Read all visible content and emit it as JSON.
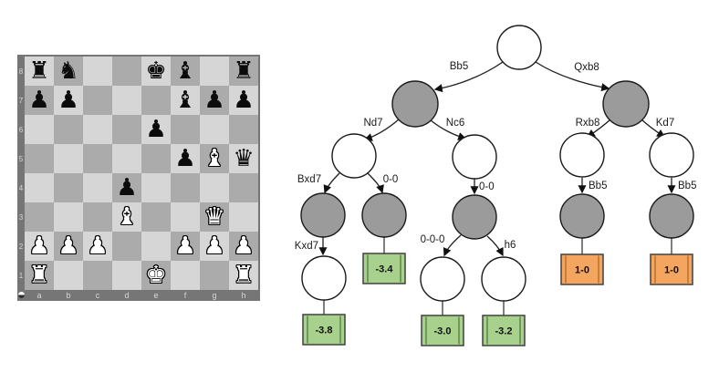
{
  "board": {
    "files": [
      "a",
      "b",
      "c",
      "d",
      "e",
      "f",
      "g",
      "h"
    ],
    "ranks": [
      "8",
      "7",
      "6",
      "5",
      "4",
      "3",
      "2",
      "1"
    ],
    "colors": {
      "light": "#d6d6d6",
      "dark": "#ababab",
      "frame": "#767676",
      "coord_text": "#d9d9d9"
    },
    "side_to_move_indicator": "half-moon",
    "pieces": [
      {
        "square": "a8",
        "piece": "black-rook",
        "glyph": "♜"
      },
      {
        "square": "b8",
        "piece": "black-knight",
        "glyph": "♞"
      },
      {
        "square": "e8",
        "piece": "black-king",
        "glyph": "♚"
      },
      {
        "square": "f8",
        "piece": "black-bishop",
        "glyph": "♝"
      },
      {
        "square": "h8",
        "piece": "black-rook",
        "glyph": "♜"
      },
      {
        "square": "a7",
        "piece": "black-pawn",
        "glyph": "♟"
      },
      {
        "square": "b7",
        "piece": "black-pawn",
        "glyph": "♟"
      },
      {
        "square": "f7",
        "piece": "black-bishop",
        "glyph": "♝"
      },
      {
        "square": "g7",
        "piece": "black-pawn",
        "glyph": "♟"
      },
      {
        "square": "h7",
        "piece": "black-pawn",
        "glyph": "♟"
      },
      {
        "square": "e6",
        "piece": "black-pawn",
        "glyph": "♟"
      },
      {
        "square": "f5",
        "piece": "black-pawn",
        "glyph": "♟"
      },
      {
        "square": "g5",
        "piece": "white-bishop",
        "glyph": "♝"
      },
      {
        "square": "h5",
        "piece": "black-queen",
        "glyph": "♛"
      },
      {
        "square": "d4",
        "piece": "black-pawn",
        "glyph": "♟"
      },
      {
        "square": "d3",
        "piece": "white-bishop",
        "glyph": "♝"
      },
      {
        "square": "g3",
        "piece": "white-queen",
        "glyph": "♛"
      },
      {
        "square": "a2",
        "piece": "white-pawn",
        "glyph": "♟"
      },
      {
        "square": "b2",
        "piece": "white-pawn",
        "glyph": "♟"
      },
      {
        "square": "c2",
        "piece": "white-pawn",
        "glyph": "♟"
      },
      {
        "square": "f2",
        "piece": "white-pawn",
        "glyph": "♟"
      },
      {
        "square": "g2",
        "piece": "white-pawn",
        "glyph": "♟"
      },
      {
        "square": "h2",
        "piece": "white-pawn",
        "glyph": "♟"
      },
      {
        "square": "a1",
        "piece": "white-rook",
        "glyph": "♜"
      },
      {
        "square": "e1",
        "piece": "white-king",
        "glyph": "♚"
      },
      {
        "square": "h1",
        "piece": "white-rook",
        "glyph": "♜"
      }
    ]
  },
  "tree": {
    "colors": {
      "node_gray": "#9b9b9b",
      "node_white": "#ffffff",
      "eval_fill": "#a9d18e",
      "eval_line": "#6a9455",
      "result_fill": "#f4a55f",
      "result_line": "#c07b35"
    },
    "edge_labels": {
      "root_left": "Bb5",
      "root_right": "Qxb8",
      "nd7": "Nd7",
      "nc6": "Nc6",
      "rxb8": "Rxb8",
      "kd7": "Kd7",
      "bxd7": "Bxd7",
      "oo_left": "0-0",
      "oo_mid": "0-0",
      "kxd7": "Kxd7",
      "ooo": "0-0-0",
      "h6": "h6",
      "bb5_right_a": "Bb5",
      "bb5_right_b": "Bb5"
    },
    "terminals": {
      "eval_38": "-3.8",
      "eval_34": "-3.4",
      "eval_30": "-3.0",
      "eval_32": "-3.2",
      "result_a": "1-0",
      "result_b": "1-0"
    }
  }
}
